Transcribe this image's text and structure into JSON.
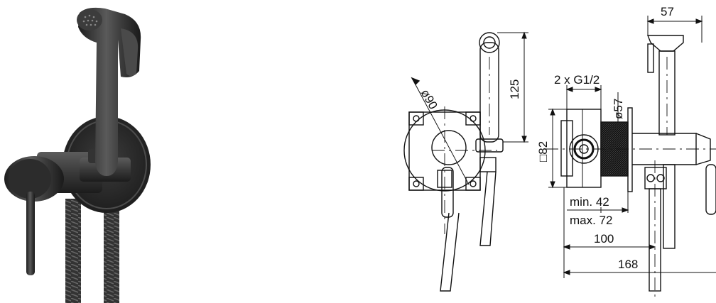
{
  "colors": {
    "background": "#ffffff",
    "product_dark": "#2e2e2e",
    "product_mid": "#4a4a4a",
    "product_light": "#8a8a8a",
    "line": "#111111"
  },
  "product_photo": {
    "icon": "bidet-shower-mixer-photo"
  },
  "drawing": {
    "dimensions": {
      "d_width_top": "57",
      "handset_length": "125",
      "body_diameter": "ø90",
      "connections": "2 x G1/2",
      "flange_diameter": "ø57",
      "box_size": "□82",
      "min_depth": "min. 42",
      "max_depth": "max. 72",
      "depth_100": "100",
      "depth_168": "168"
    }
  }
}
